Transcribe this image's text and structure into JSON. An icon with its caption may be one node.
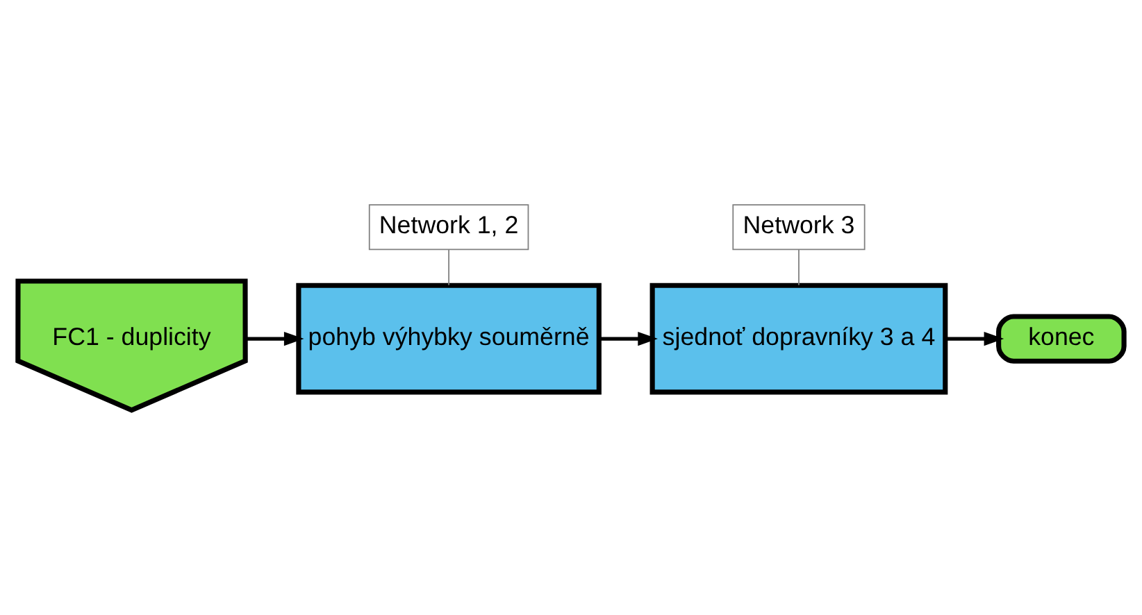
{
  "diagram": {
    "nodes": [
      {
        "text": [
          "FC1 - duplicity"
        ]
      },
      {
        "text": [
          "pohyb výhybky souměrně"
        ]
      },
      {
        "text": [
          "sjednoť dopravníky 3 a 4"
        ]
      },
      {
        "text": [
          "konec"
        ]
      },
      {
        "text": [
          "Network 1, 2"
        ]
      },
      {
        "text": [
          "Network 3"
        ]
      }
    ],
    "edges": [
      {
        "from": 0,
        "to": 1,
        "arrow": "to"
      },
      {
        "from": 1,
        "to": 2,
        "arrow": "to"
      },
      {
        "from": 2,
        "to": 3,
        "arrow": "to"
      },
      {
        "from": 4,
        "to": 1,
        "arrow": "none",
        "color": "#808080"
      },
      {
        "from": 5,
        "to": 2,
        "arrow": "none",
        "color": "#808080"
      }
    ]
  }
}
